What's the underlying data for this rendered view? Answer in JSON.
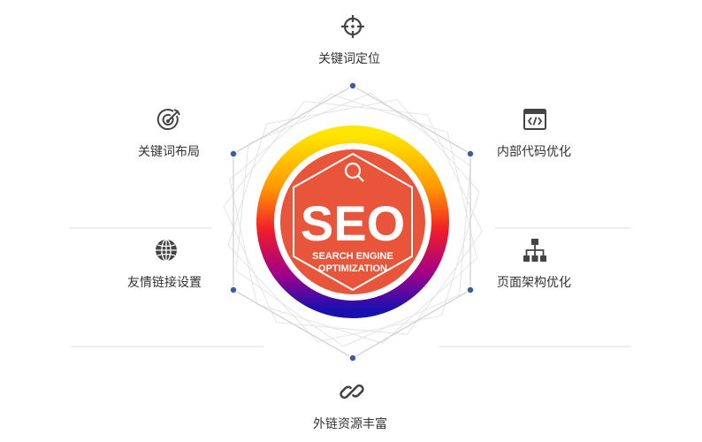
{
  "center": {
    "title": "SEO",
    "subtitle_line1": "SEARCH ENGINE",
    "subtitle_line2": "OPTIMIZATION"
  },
  "items": [
    {
      "label": "关键词定位",
      "icon": "crosshair-icon"
    },
    {
      "label": "内部代码优化",
      "icon": "code-window-icon"
    },
    {
      "label": "页面架构优化",
      "icon": "sitemap-icon"
    },
    {
      "label": "外链资源丰富",
      "icon": "link-icon"
    },
    {
      "label": "友情链接设置",
      "icon": "globe-icon"
    },
    {
      "label": "关键词布局",
      "icon": "target-icon"
    }
  ],
  "colors": {
    "seo_red": "#e8553a",
    "node_blue": "#3b5aa8",
    "icon_dark": "#444444",
    "line_gray": "#d7d7d7"
  }
}
